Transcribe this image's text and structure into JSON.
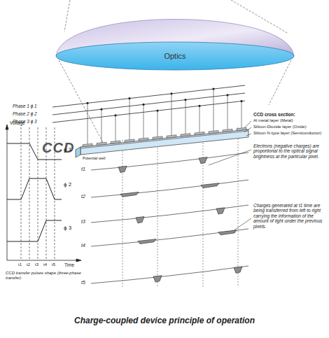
{
  "diagram": {
    "title": "Charge-coupled device principle of operation",
    "nodes": [
      {
        "text": [
          "Optics"
        ]
      }
    ],
    "labels": [
      "Phase 1 ϕ 1",
      "Phase 2 ϕ 2",
      "Phase 3 ϕ 3",
      "CCD",
      "Potential well",
      "CCD cross section:",
      "Al metal layer (Metal)",
      "Silicon-Dioxide layer (Oxide)",
      "Silicon N-type layer (Semiconductor)",
      "Electrons (negative charges) are proportional to the optical signal brightness at the particular pixel.",
      "t1",
      "t2",
      "t3",
      "t4",
      "t5",
      "Charges generated at t1 time are being transferred from left to right carrying the information of the amount of light under the previous pixels.",
      "Voltage",
      "ϕ 1",
      "ϕ 2",
      "ϕ 3",
      "t1",
      "t2",
      "t3",
      "t4",
      "t5",
      "Time",
      "CCD transfer pulses shape (three-phase transfer)"
    ]
  }
}
